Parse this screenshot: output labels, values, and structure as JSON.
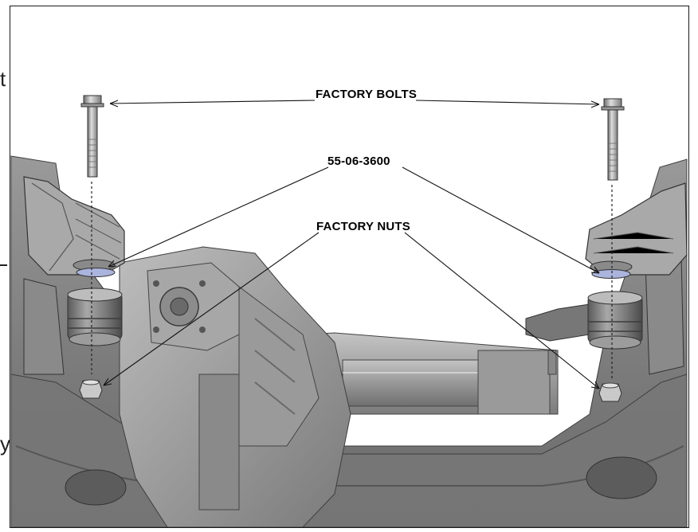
{
  "callouts": {
    "bolts_label": "FACTORY BOLTS",
    "part_number_label": "55-06-3600",
    "nuts_label": "FACTORY NUTS"
  },
  "edge_fragments": {
    "top_left": "t",
    "bottom_left": "y"
  },
  "colors": {
    "metal_base": "#8d8d8d",
    "metal_light": "#b9b9b9",
    "metal_dark": "#4e4e4e",
    "spacer_blue": "#aab4dc",
    "leader_line": "#111111"
  }
}
